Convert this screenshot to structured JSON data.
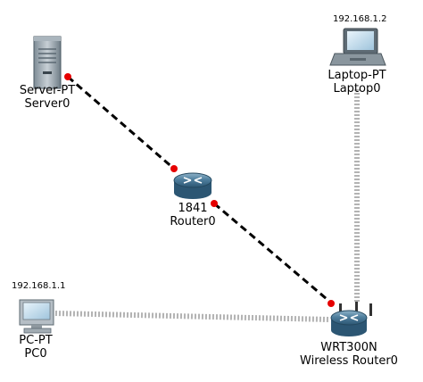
{
  "devices": [
    {
      "id": "server0",
      "model": "Server-PT",
      "name": "Server0",
      "ip": "",
      "icon": "server-icon"
    },
    {
      "id": "router0",
      "model": "1841",
      "name": "Router0",
      "ip": "",
      "icon": "router-icon"
    },
    {
      "id": "laptop0",
      "model": "Laptop-PT",
      "name": "Laptop0",
      "ip": "192.168.1.2",
      "icon": "laptop-icon"
    },
    {
      "id": "pc0",
      "model": "PC-PT",
      "name": "PC0",
      "ip": "192.168.1.1",
      "icon": "pc-icon"
    },
    {
      "id": "wrouter0",
      "model": "WRT300N",
      "name": "Wireless Router0",
      "ip": "",
      "icon": "wireless-router-icon"
    }
  ],
  "links": [
    {
      "from": "server0",
      "to": "router0",
      "type": "copper-cross-over"
    },
    {
      "from": "router0",
      "to": "wrouter0",
      "type": "copper-cross-over"
    },
    {
      "from": "laptop0",
      "to": "wrouter0",
      "type": "wireless"
    },
    {
      "from": "pc0",
      "to": "wrouter0",
      "type": "wireless"
    }
  ],
  "colors": {
    "background": "#ffffff",
    "link_dashed": "#000000",
    "link_wireless": "#b3b3b3",
    "link_status_dot": "#e60000",
    "router_body": "#3d6f8f",
    "device_gray": "#9a9a9a"
  }
}
